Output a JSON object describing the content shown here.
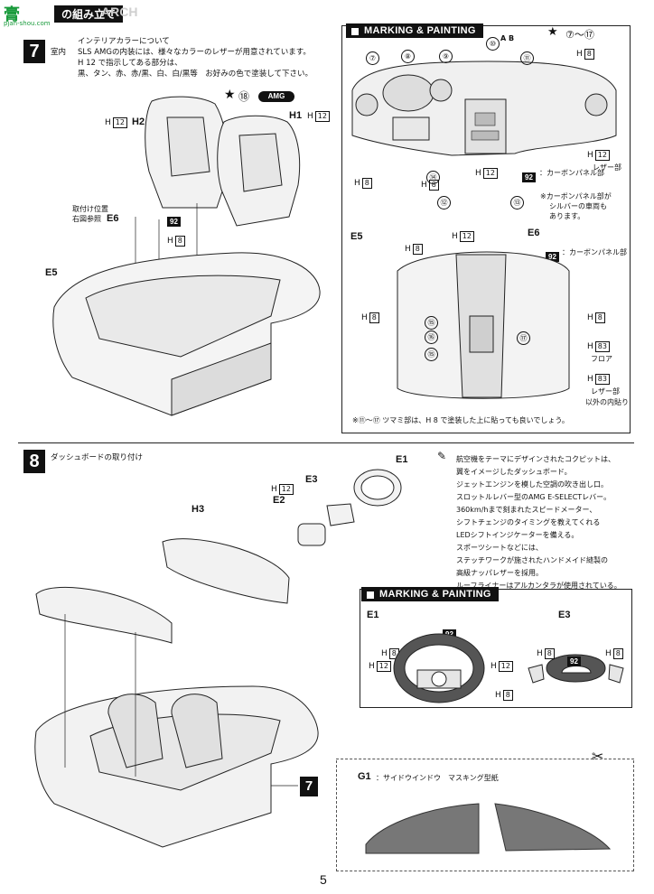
{
  "header": {
    "title_fragment": "の組み立て",
    "watermark": "ARCH",
    "site_logo": "膏",
    "site_url": "pjan-shou.com"
  },
  "step7": {
    "number": "7",
    "section": "室内",
    "instructions": [
      "インテリアカラーについて",
      "SLS AMGの内装には、様々なカラーのレザーが用意されています。",
      "H 12 で指示してある部分は、",
      "黒、タン、赤、赤/黒、白、白/黒等　お好みの色で塗装して下さい。"
    ],
    "parts": {
      "h2": "H2",
      "h1": "H1",
      "e6": "E6",
      "e5": "E5"
    },
    "h12_label": "12",
    "h8_label": "8",
    "badge_18": "⑱",
    "mount_note": [
      "取付け位置",
      "右図参照"
    ],
    "code92": "92"
  },
  "marking1": {
    "label": "MARKING & PAINTING",
    "ref_range": "⑦～⑰",
    "callouts": [
      "⑦",
      "⑧",
      "⑨",
      "⑩",
      "⑪",
      "⑫",
      "⑬",
      "⑭"
    ],
    "ab": "A B",
    "carbon_panel": "：カーボンパネル部",
    "leather": "レザー部",
    "note_silver": [
      "※カーボンパネル部が",
      "シルバーの車両も",
      "あります。"
    ],
    "e5": "E5",
    "e6": "E6",
    "carbon_panel2": "：カーボンパネル部",
    "knobs": [
      "⑮",
      "⑯",
      "⑮",
      "⑰"
    ],
    "h83": "83",
    "floor": "フロア",
    "leather2": "レザー部",
    "leather2_sub": "以外の内貼り",
    "footnote": "※⑪～⑰ ツマミ部は、H 8 で塗装した上に貼っても良いでしょう。"
  },
  "step8": {
    "number": "8",
    "title": "ダッシュボードの取り付け",
    "parts": {
      "e1": "E1",
      "e2": "E2",
      "e3": "E3",
      "h3": "H3"
    },
    "h12": "12",
    "description": [
      "航空機をテーマにデザインされたコクピットは、",
      "翼をイメージしたダッシュボード。",
      "ジェットエンジンを模した空調の吹き出し口。",
      "スロットルレバー型のAMG E-SELECTレバー。",
      "360km/hまで刻まれたスピードメーター、",
      "シフトチェンジのタイミングを教えてくれる",
      "LEDシフトインジケーターを備える。",
      "スポーツシートなどには、",
      "ステッチワークが施されたハンドメイド縫製の",
      "高級ナッパレザーを採用。",
      "ルーフライナーはアルカンタラが使用されている。"
    ],
    "ref7": "7"
  },
  "marking2": {
    "label": "MARKING & PAINTING",
    "e1": "E1",
    "e3": "E3",
    "h12": "12",
    "h8": "8",
    "code92": "92"
  },
  "template": {
    "g1": "G1",
    "caption": "：サイドウインドウ　マスキング型紙"
  },
  "page_number": "5"
}
